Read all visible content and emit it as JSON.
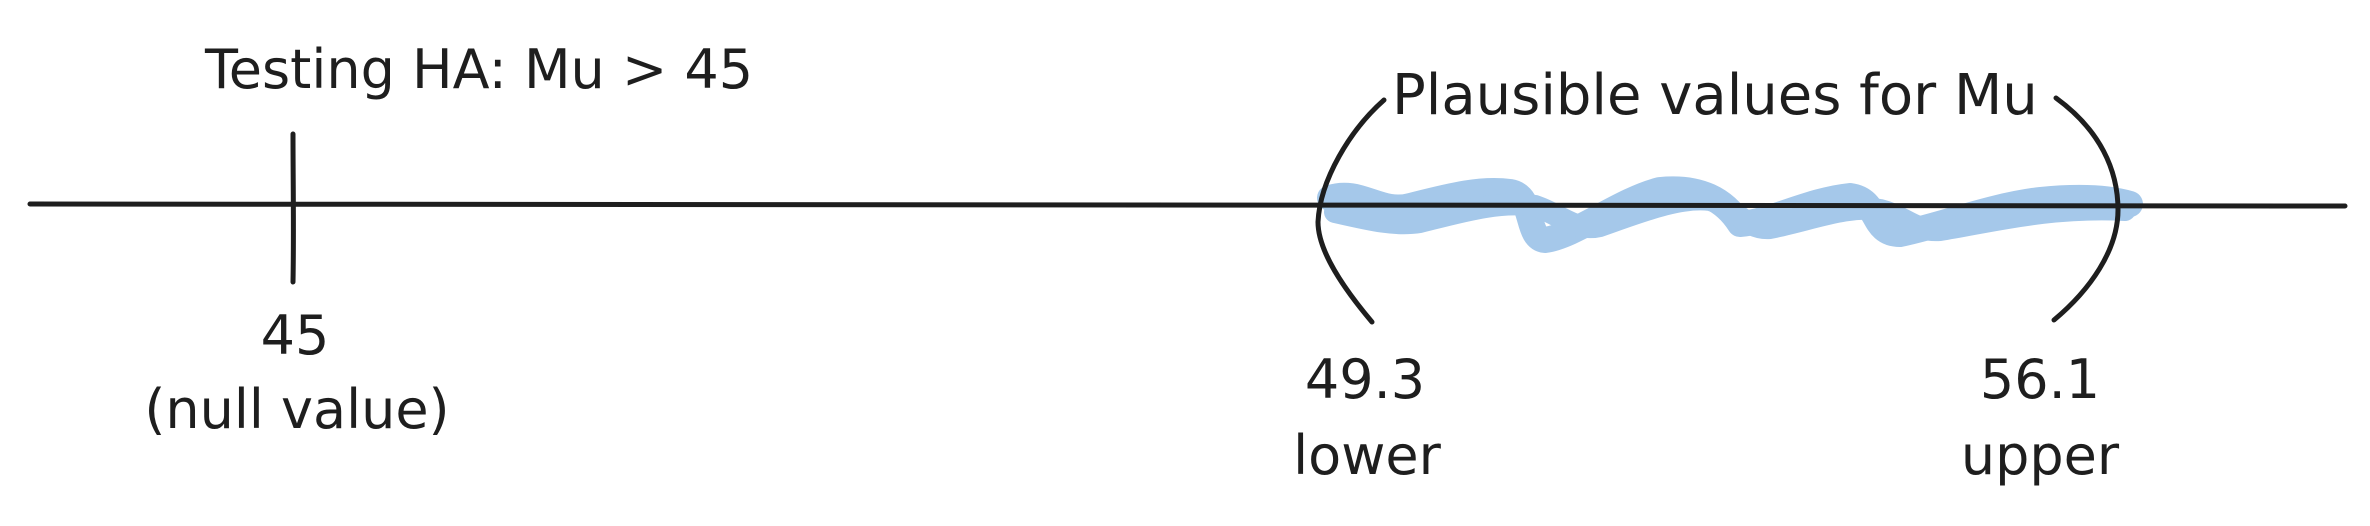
{
  "title": "Testing HA: Mu > 45",
  "interval_label": "Plausible values for Mu",
  "null_value": {
    "value": "45",
    "label": "(null value)"
  },
  "lower": {
    "value": "49.3",
    "label": "lower"
  },
  "upper": {
    "value": "56.1",
    "label": "upper"
  },
  "colors": {
    "ink": "#1e1e1e",
    "accent_text": "#1971c2",
    "highlight": "#a5c8ea"
  }
}
